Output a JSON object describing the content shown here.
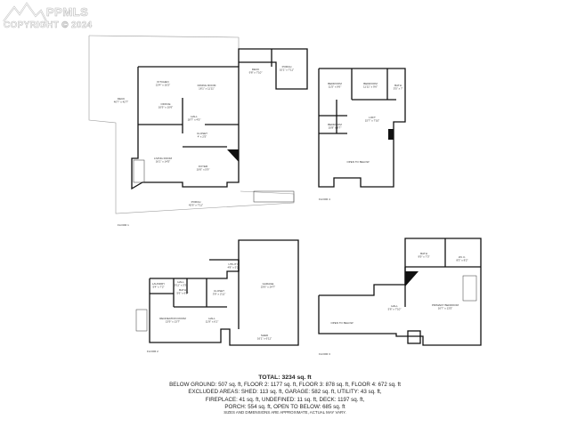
{
  "watermark": {
    "brand": "PPMLS",
    "copyright": "COPYRIGHT © 2024",
    "logo": "mountain-logo-icon"
  },
  "floors": {
    "floor1": {
      "label": "FLOOR 1",
      "rooms": {
        "deck": "DECK\n40'7\" x 42'7\"",
        "kitchen": "KITCHEN\n13'4\" x 10'2\"",
        "dining": "DINING ROOM\n16'1\" x 11'11\"",
        "deck2": "DECK\n9'8\" x 7'10\"",
        "porch": "PORCH\n10'1\" x 7'11\"",
        "office": "OFFICE\n10'9\" x 10'6\"",
        "hall": "HALL\n18'7\" x 4'5\"",
        "closet": "CLOSET\n4' x 2'5\"",
        "living": "LIVING ROOM\n16'1\" x 14'5\"",
        "foyer": "FOYER\n10'6\" x 5'9\"",
        "porch2": "PORCH\n42'6\" x 7'11\""
      }
    },
    "floor4": {
      "label": "FLOOR 4",
      "rooms": {
        "bedroom1": "BEDROOM\n11'5\" x 9'6\"",
        "bedroom2": "BEDROOM\n11'11\" x 9'6\"",
        "bath": "BATH\n5'5\" x 7'",
        "bedroom3": "BEDROOM\n10'8\" x 8'7\"",
        "loft": "LOFT\n15'7\" x 7'10\"",
        "open": "OPEN TO BELOW"
      }
    },
    "floor2": {
      "label": "FLOOR 2",
      "rooms": {
        "laundry": "LAUNDRY\n5'4\" x 7'2\"",
        "hall_a": "HALL\n5'11\" x 3'3\"",
        "bath": "BATH\n5'6\" x 6'2\"",
        "closet": "CLOSET\n3'9\" x 2'11\"",
        "garage": "GARAGE\n23'6\" x 24'7\"",
        "utility": "UTILITY\n4'8\" x 5'2\"",
        "recreation": "RECREATION ROOM\n13'9\" x 13'7\"",
        "hall_b": "HALL\n11'9\" x 6'1\"",
        "shed": "SHED\n16'1\" x 6'11\""
      }
    },
    "floor3": {
      "label": "FLOOR 3",
      "rooms": {
        "bath": "BATH\n9'9\" x 7'3\"",
        "wic": "W.I.C.\n8'3\" x 8'2\"",
        "hall": "HALL\n5'6\" x 7'10\"",
        "primary": "PRIMARY BEDROOM\n16'7\" x 13'5\"",
        "open": "OPEN TO BELOW"
      }
    }
  },
  "summary": {
    "total": "TOTAL: 3234 sq. ft",
    "line1": "BELOW GROUND: 507 sq. ft, FLOOR 2: 1177 sq. ft, FLOOR 3: 878 sq. ft, FLOOR 4: 672 sq. ft",
    "line2": "EXCLUDED AREAS: SHED: 113 sq. ft, GARAGE: 582 sq. ft, UTILITY: 43 sq. ft,",
    "line3": "FIREPLACE: 41 sq. ft, UNDEFINED: 11 sq. ft, DECK: 1197 sq. ft,",
    "line4": "PORCH: 554 sq. ft, OPEN TO BELOW: 685 sq. ft",
    "disclaimer": "SIZES AND DIMENSIONS ARE APPROXIMATE, ACTUAL MAY VARY."
  }
}
